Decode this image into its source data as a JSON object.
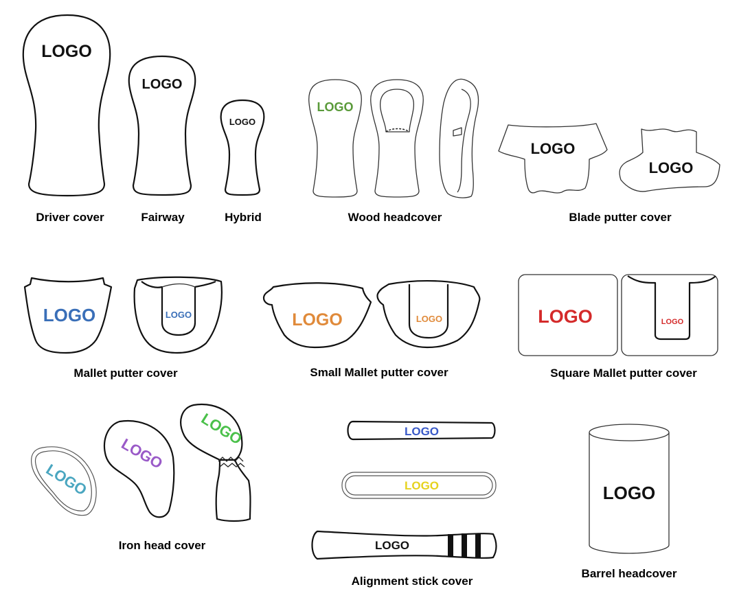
{
  "logo_text": "LOGO",
  "labels": {
    "driver": "Driver cover",
    "fairway": "Fairway",
    "hybrid": "Hybrid",
    "wood": "Wood headcover",
    "blade": "Blade putter cover",
    "mallet": "Mallet putter cover",
    "small_mallet": "Small Mallet putter cover",
    "square_mallet": "Square Mallet putter cover",
    "iron": "Iron head cover",
    "alignment": "Alignment stick cover",
    "barrel": "Barrel headcover"
  },
  "colors": {
    "black": "#111111",
    "green": "#5a9a3a",
    "blue": "#3a6fb8",
    "orange": "#e08a3a",
    "red": "#d42a2a",
    "teal": "#4aa6c0",
    "purple": "#9a5ac8",
    "bright_green": "#4ac04a",
    "yellow": "#e6d21e",
    "stick_blue": "#3a5ac8"
  }
}
